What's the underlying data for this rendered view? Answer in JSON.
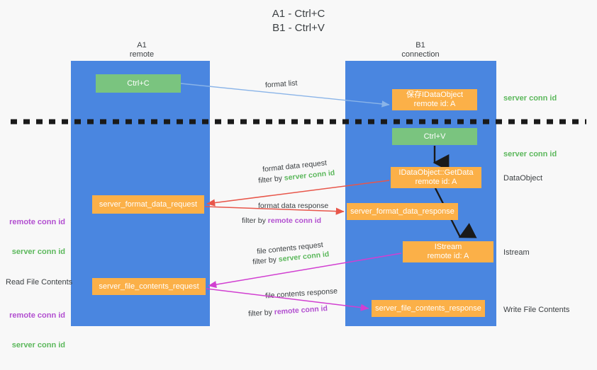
{
  "title": "A1 - Ctrl+C\nB1 - Ctrl+V",
  "columns": {
    "left": {
      "name": "A1",
      "role": "remote",
      "caption": "A1\nremote"
    },
    "right": {
      "name": "B1",
      "role": "connection",
      "caption": "B1\nconnection"
    }
  },
  "colors": {
    "lane": "#4a86e0",
    "green_box": "#7ac47f",
    "orange_box": "#fbb048",
    "background": "#f8f8f8",
    "server_conn_id": "#5cb85c",
    "remote_conn_id": "#b24fd0",
    "arrow_blue": "#8ab4e8",
    "arrow_red": "#e8564a",
    "arrow_magenta": "#d13fd1",
    "arrow_black": "#1a1a1a",
    "text": "#3c4043"
  },
  "boxes": {
    "ctrl_c": {
      "label": "Ctrl+C",
      "kind": "green"
    },
    "save_idataobject": {
      "label": "保存IDataObject\nremote id: A",
      "kind": "orange"
    },
    "ctrl_v": {
      "label": "Ctrl+V",
      "kind": "green"
    },
    "idataobject_getdata": {
      "label": "IDataObject::GetData\nremote id: A",
      "kind": "orange"
    },
    "server_format_data_request": {
      "label": "server_format_data_request",
      "kind": "orange"
    },
    "server_format_data_response": {
      "label": "server_format_data_response",
      "kind": "orange"
    },
    "istream": {
      "label": "IStream\nremote id: A",
      "kind": "orange"
    },
    "server_file_contents_request": {
      "label": "server_file_contents_request",
      "kind": "orange"
    },
    "server_file_contents_response": {
      "label": "server_file_contents_response",
      "kind": "orange"
    }
  },
  "annotations": {
    "right": {
      "server_conn_id_top": "server conn id",
      "server_conn_id_second": "server conn id",
      "dataobject": "DataObject",
      "istream": "Istream",
      "write_file_contents": "Write File Contents"
    },
    "left": {
      "remote_conn_id_mid": "remote conn id",
      "server_conn_id_mid": "server conn id",
      "read_file_contents": "Read File Contents",
      "remote_conn_id_bot": "remote conn id",
      "server_conn_id_bot": "server conn id"
    }
  },
  "flows": {
    "format_list": {
      "label": "format list"
    },
    "format_data_request": {
      "label": "format data request",
      "filter_prefix": "filter by ",
      "filter_key": "server conn id"
    },
    "format_data_response": {
      "label": "format data response",
      "filter_prefix": "filter by ",
      "filter_key": "remote conn id"
    },
    "file_contents_request": {
      "label": "file contents request",
      "filter_prefix": "filter by ",
      "filter_key": "server conn id"
    },
    "file_contents_response": {
      "label": "file contents response",
      "filter_prefix": "filter by ",
      "filter_key": "remote conn id"
    }
  },
  "divider": {
    "style": "dashed",
    "label": ""
  }
}
